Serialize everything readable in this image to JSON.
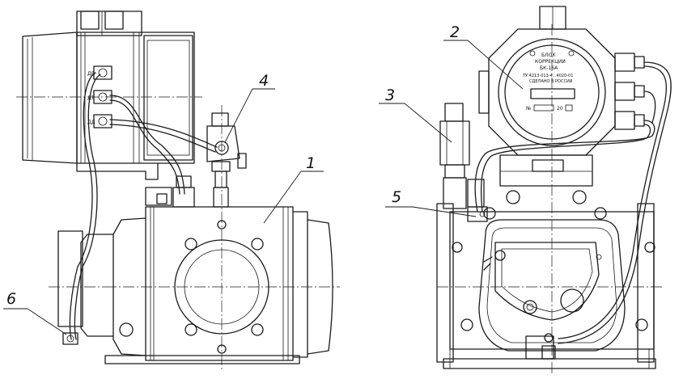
{
  "callouts": {
    "c1": "1",
    "c2": "2",
    "c3": "3",
    "c4": "4",
    "c5": "5",
    "c6": "6"
  },
  "connector_labels": {
    "dv": "ДВ",
    "dt": "ДТ",
    "dd": "ДД"
  },
  "nameplate": {
    "line1": "БЛОК",
    "line2": "КОРРЕКЦИИ",
    "line3": "БК-16А",
    "line4": "ТУ 4213-013-4...4020-01",
    "line5": "СДЕЛАНО В РОССИИ",
    "serial_prefix": "№",
    "year": "20"
  }
}
